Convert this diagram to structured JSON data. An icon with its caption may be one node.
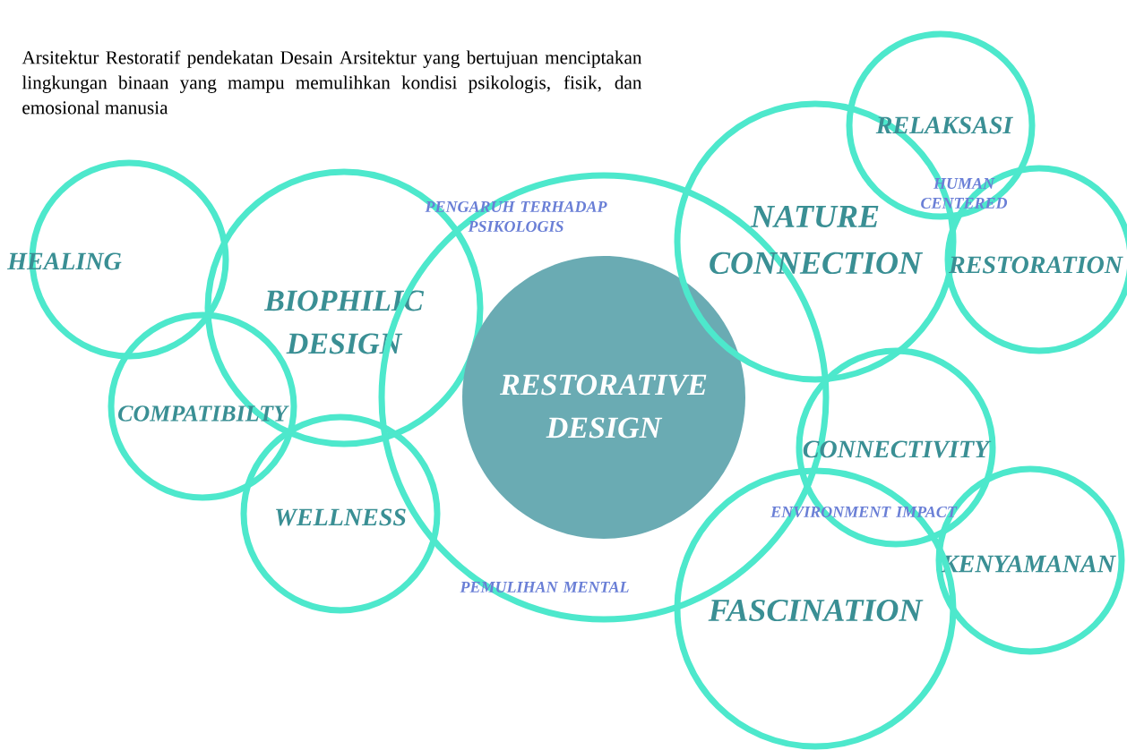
{
  "diagram": {
    "title": "Arsitektur Restoratif pendekatan Desain Arsitektur yang bertujuan menciptakan lingkungan binaan yang mampu memulihkan kondisi psikologis, fisik, dan emosional manusia",
    "nodes": [
      {
        "text": [
          "HEALING"
        ]
      },
      {
        "text": [
          "BIOPHILIC DESIGN"
        ]
      },
      {
        "text": [
          "COMPATIBILTY"
        ]
      },
      {
        "text": [
          "WELLNESS"
        ]
      },
      {
        "text": [],
        "shape": "circle"
      },
      {
        "text": [
          "RESTORATIVE DESIGN"
        ],
        "in": 4
      },
      {
        "text": [
          "NATURE CONNECTION"
        ]
      },
      {
        "text": [
          "RELAKSASI"
        ]
      },
      {
        "text": [
          "RESTORATION"
        ]
      },
      {
        "text": [
          "CONNECTIVITY"
        ]
      },
      {
        "text": [
          "KENYAMANAN"
        ]
      },
      {
        "text": [
          "FASCINATION"
        ]
      }
    ],
    "edges": [],
    "labels": [
      "PENGARUH TERHADAP PSIKOLOGIS",
      "HUMAN CENTERED",
      "ENVIRONMENT IMPACT",
      "PEMULIHAN MENTAL"
    ]
  }
}
